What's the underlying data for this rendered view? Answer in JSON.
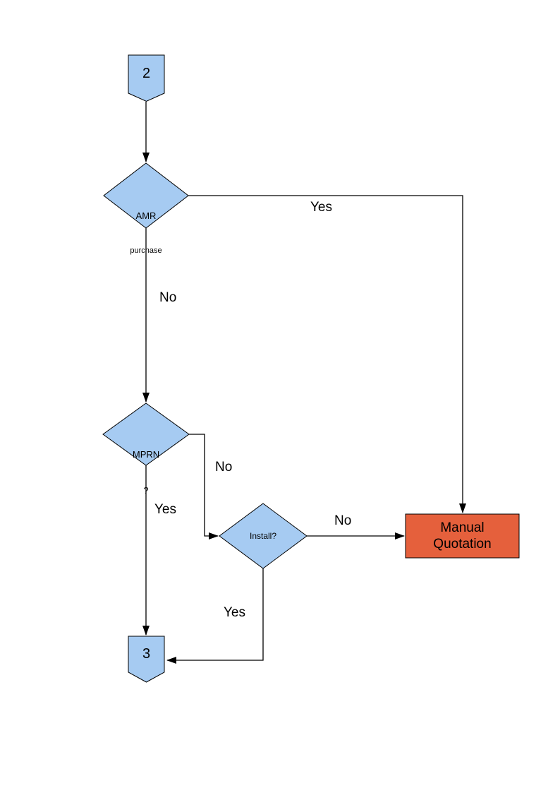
{
  "flowchart": {
    "nodes": {
      "connector_2": {
        "label": "2"
      },
      "amr_decision": {
        "line1": "AMR",
        "line2": "purchase"
      },
      "mprn_decision": {
        "line1": "MPRN",
        "line2": "?"
      },
      "install_decision": {
        "label": "Install?"
      },
      "manual_quotation": {
        "line1": "Manual",
        "line2": "Quotation"
      },
      "connector_3": {
        "label": "3"
      }
    },
    "edge_labels": {
      "amr_yes": "Yes",
      "amr_no": "No",
      "mprn_no": "No",
      "mprn_yes": "Yes",
      "install_no": "No",
      "install_yes": "Yes"
    },
    "colors": {
      "node_fill_blue": "#a6cbf2",
      "node_fill_orange": "#e5603c",
      "stroke": "#000000"
    }
  }
}
